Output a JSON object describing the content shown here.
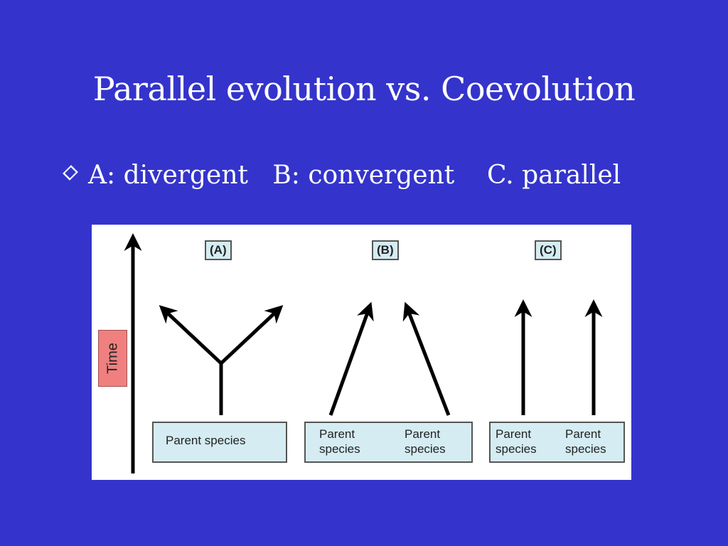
{
  "slide": {
    "title": "Parallel evolution vs. Coevolution",
    "bullet": "A: divergent   B: convergent    C. parallel",
    "colors": {
      "background": "#3434cc",
      "text": "#ffffff",
      "box_fill": "#d4ecf2",
      "time_fill": "#f08080"
    }
  },
  "figure": {
    "axis_label": "Time",
    "panels": [
      {
        "label": "(A)",
        "type": "divergent",
        "boxes": [
          "Parent species"
        ]
      },
      {
        "label": "(B)",
        "type": "convergent",
        "boxes": [
          "Parent\nspecies",
          "Parent\nspecies"
        ]
      },
      {
        "label": "(C)",
        "type": "parallel",
        "boxes": [
          "Parent\nspecies",
          "Parent\nspecies"
        ]
      }
    ]
  }
}
